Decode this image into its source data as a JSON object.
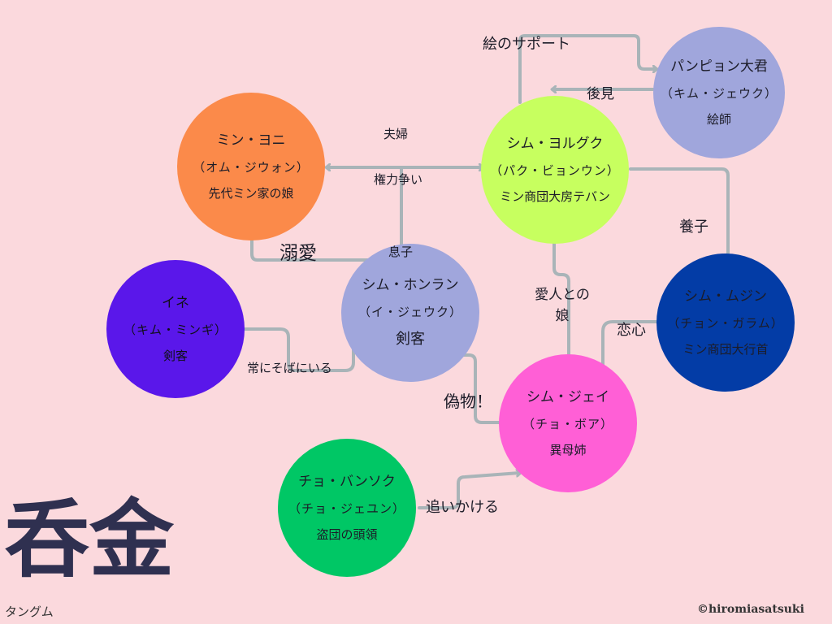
{
  "title": "呑金",
  "title_reading": "タングム",
  "credit": "©hiromiasatsuki",
  "colors": {
    "background": "#fbd9dd",
    "edge": "#a9b4b8",
    "min_yoni": "#fb8a4a",
    "shim_yorugku": "#c7ff5f",
    "panpyon": "#a0a6dc",
    "shim_honran": "#a0a6dc",
    "ine": "#5a17ea",
    "shim_mujin": "#033ca6",
    "shim_jei": "#ff5fd6",
    "cho_bansoku": "#00c765"
  },
  "nodes": {
    "min_yoni": {
      "name": "ミン・ヨニ",
      "actor": "（オム・ジウォン）",
      "role": "先代ミン家の娘"
    },
    "shim_yorugku": {
      "name": "シム・ヨルグク",
      "actor": "（パク・ビョンウン）",
      "role": "ミン商団大房テバン"
    },
    "panpyon": {
      "name": "パンピョン大君",
      "actor": "（キム・ジェウク）",
      "role": "絵師"
    },
    "shim_honran": {
      "name": "シム・ホンラン",
      "actor": "（イ・ジェウク）",
      "role": "剣客"
    },
    "ine": {
      "name": "イネ",
      "actor": "（キム・ミンギ）",
      "role": "剣客"
    },
    "shim_mujin": {
      "name": "シム・ムジン",
      "actor": "（チョン・ガラム）",
      "role": "ミン商団大行首"
    },
    "shim_jei": {
      "name": "シム・ジェイ",
      "actor": "（チョ・ボア）",
      "role": "異母姉"
    },
    "cho_bansoku": {
      "name": "チョ・バンソク",
      "actor": "（チョ・ジェユン）",
      "role": "盗団の頭領"
    }
  },
  "relations": {
    "art_support": "絵のサポート",
    "guardian": "後見",
    "couple": "夫婦",
    "power_struggle": "権力争い",
    "son": "息子",
    "doting": "溺愛",
    "adopted": "養子",
    "mistress_daughter": "愛人との娘",
    "love": "恋心",
    "always_beside": "常にそばにいる",
    "fake": "偽物！",
    "chasing": "追いかける"
  }
}
